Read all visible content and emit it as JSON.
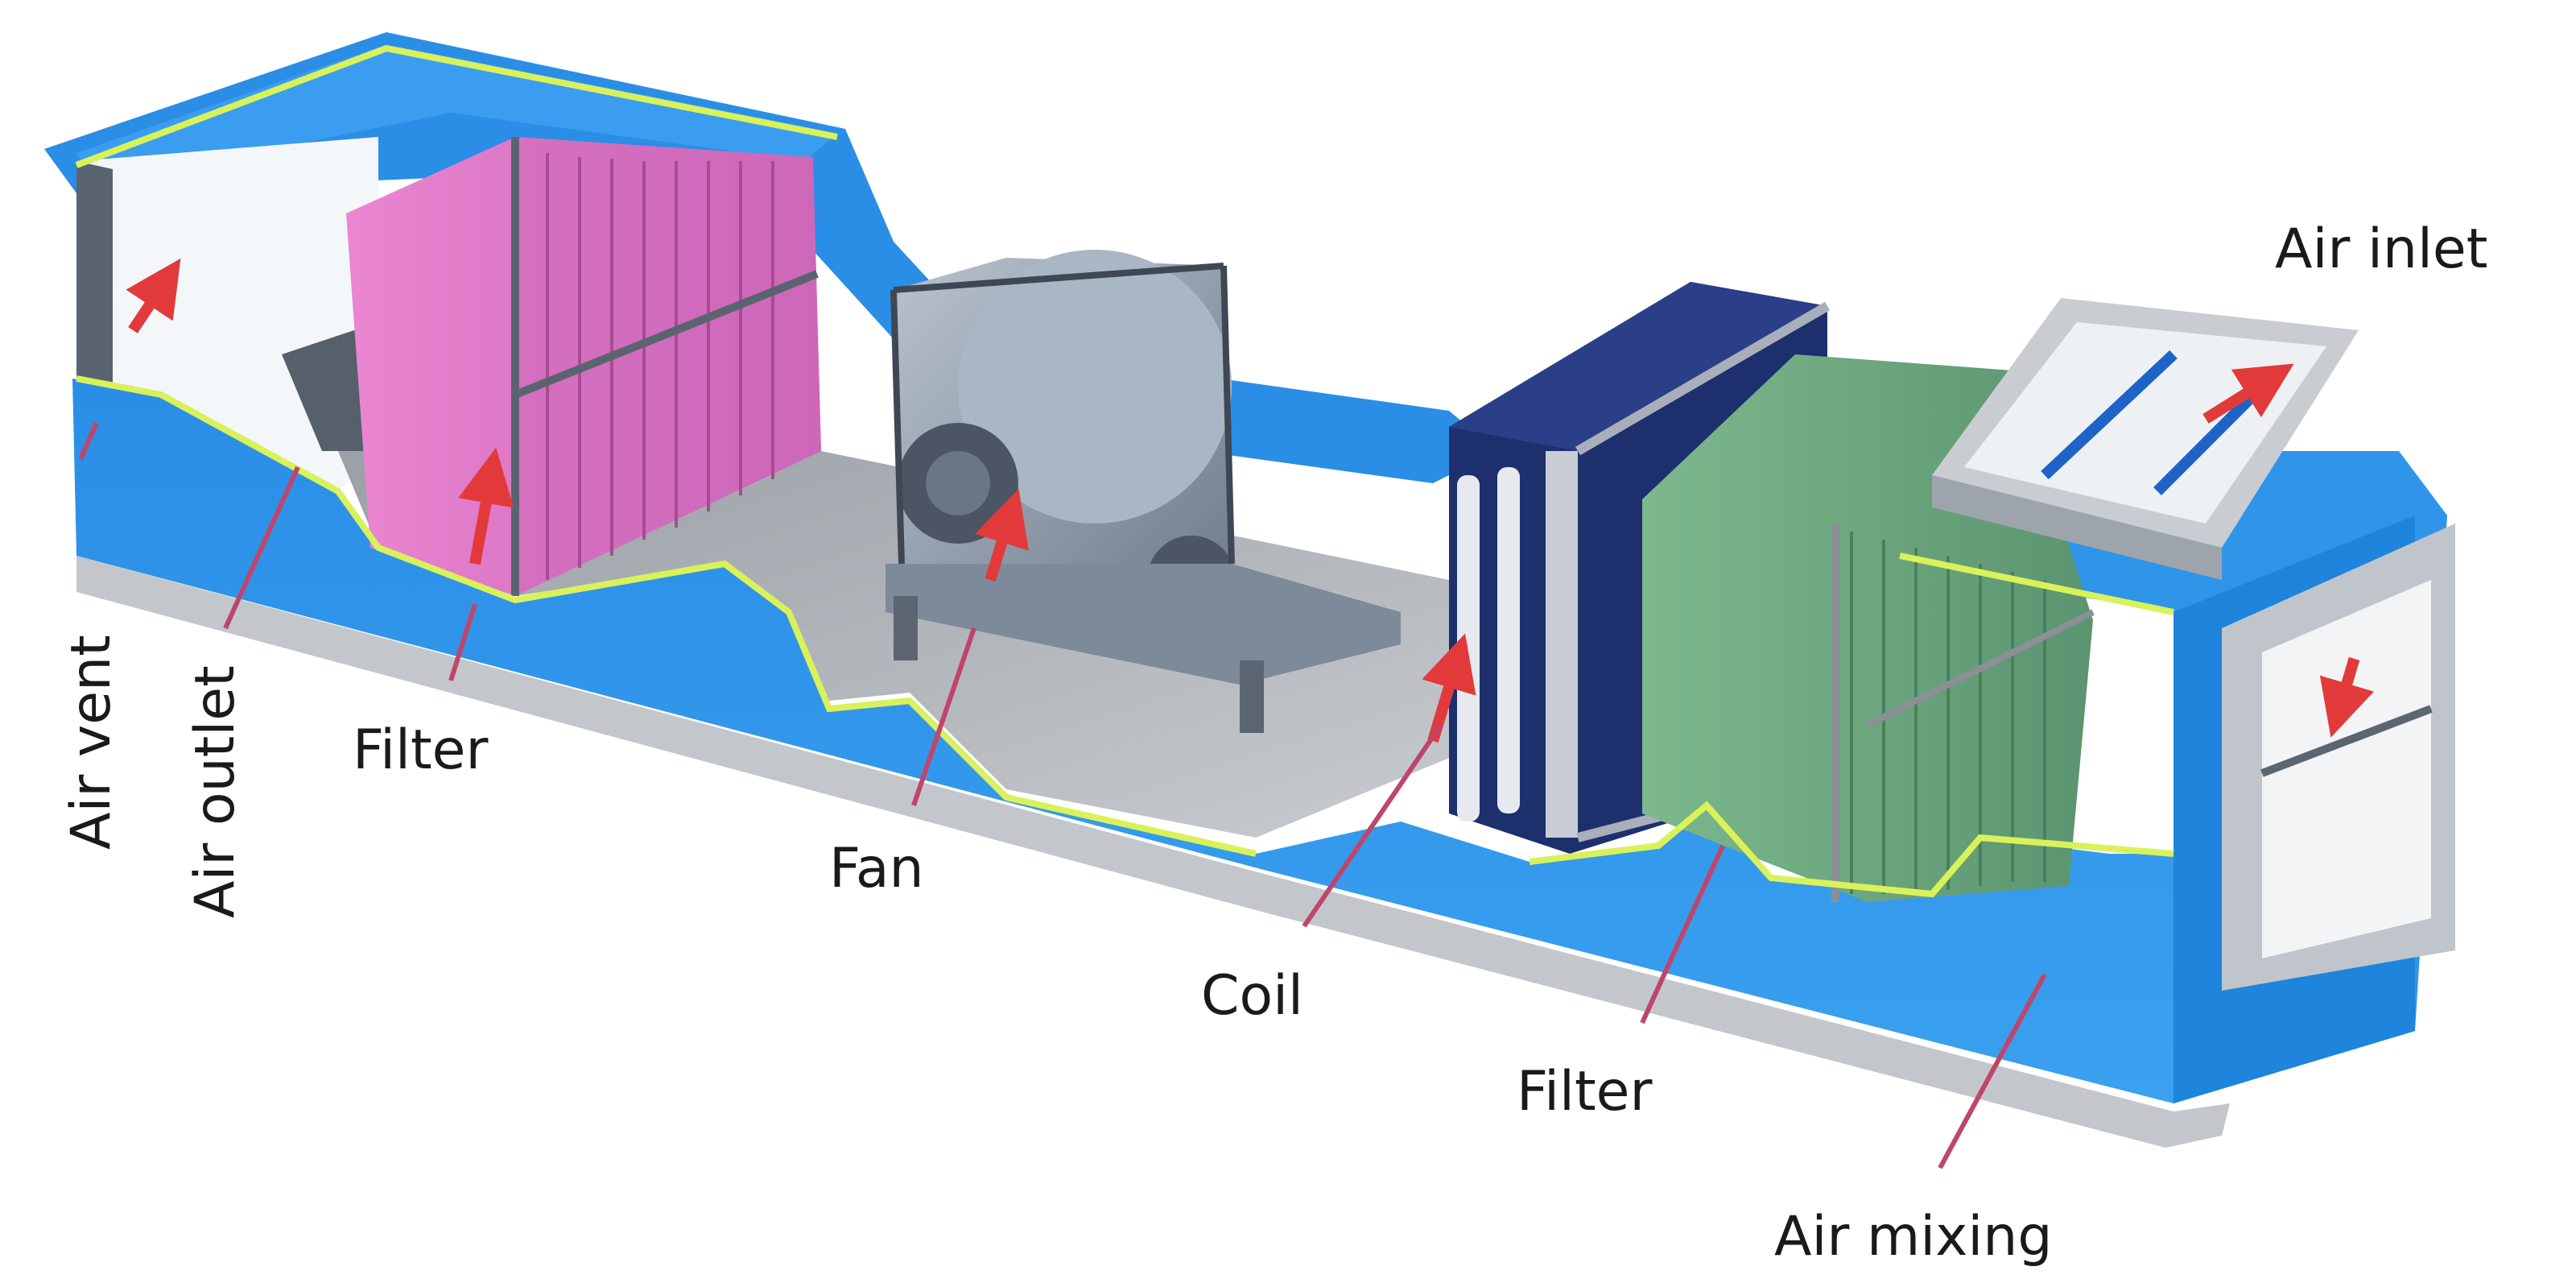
{
  "diagram": {
    "labels": {
      "air_inlet": "Air inlet",
      "air_vent": "Air vent",
      "air_outlet": "Air outlet",
      "filter_left": "Filter",
      "fan": "Fan",
      "coil": "Coil",
      "filter_right": "Filter",
      "air_mixing": "Air mixing"
    },
    "colors": {
      "casing_blue": "#2f95e8",
      "casing_light": "#7fc6f5",
      "base_gray": "#b8bcc2",
      "filter_pink": "#e27ac9",
      "filter_green": "#6faa7f",
      "coil_navy": "#1e2f6e",
      "fan_gray": "#8a97a6",
      "seal_yellow": "#d9f25a",
      "arrow_red": "#e23a3a",
      "leader_line": "#d24560"
    }
  }
}
